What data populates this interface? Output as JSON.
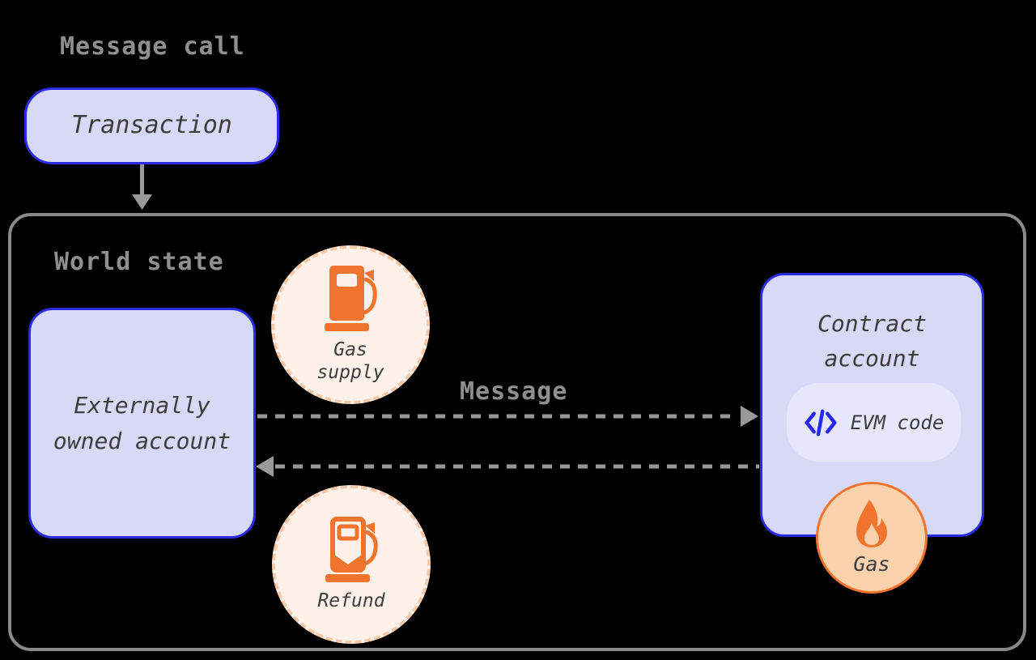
{
  "header": {
    "title": "Message call"
  },
  "transaction": {
    "label": "Transaction"
  },
  "world_state": {
    "title": "World state",
    "eoa": {
      "line1": "Externally",
      "line2": "owned account"
    },
    "gas_supply": {
      "line1": "Gas",
      "line2": "supply"
    },
    "message": {
      "label": "Message"
    },
    "contract": {
      "line1": "Contract",
      "line2": "account",
      "evm_label": "EVM code"
    },
    "gas": {
      "label": "Gas"
    },
    "refund": {
      "label": "Refund"
    }
  },
  "colors": {
    "background": "#000000",
    "gray": "#8f8f8f",
    "border_gray": "#8a8a8a",
    "lavender_fill": "#d8d8f7",
    "lavender_light": "#e7e7fb",
    "blue_border": "#2b2be4",
    "code_blue": "#2626f5",
    "orange": "#f1742e",
    "peach_fill": "#fcd2ad",
    "cream_fill": "#fdf1e9",
    "peach_dash": "#f6c8a7",
    "dark_text": "#3d3d3d",
    "arrow_gray": "#999999"
  }
}
